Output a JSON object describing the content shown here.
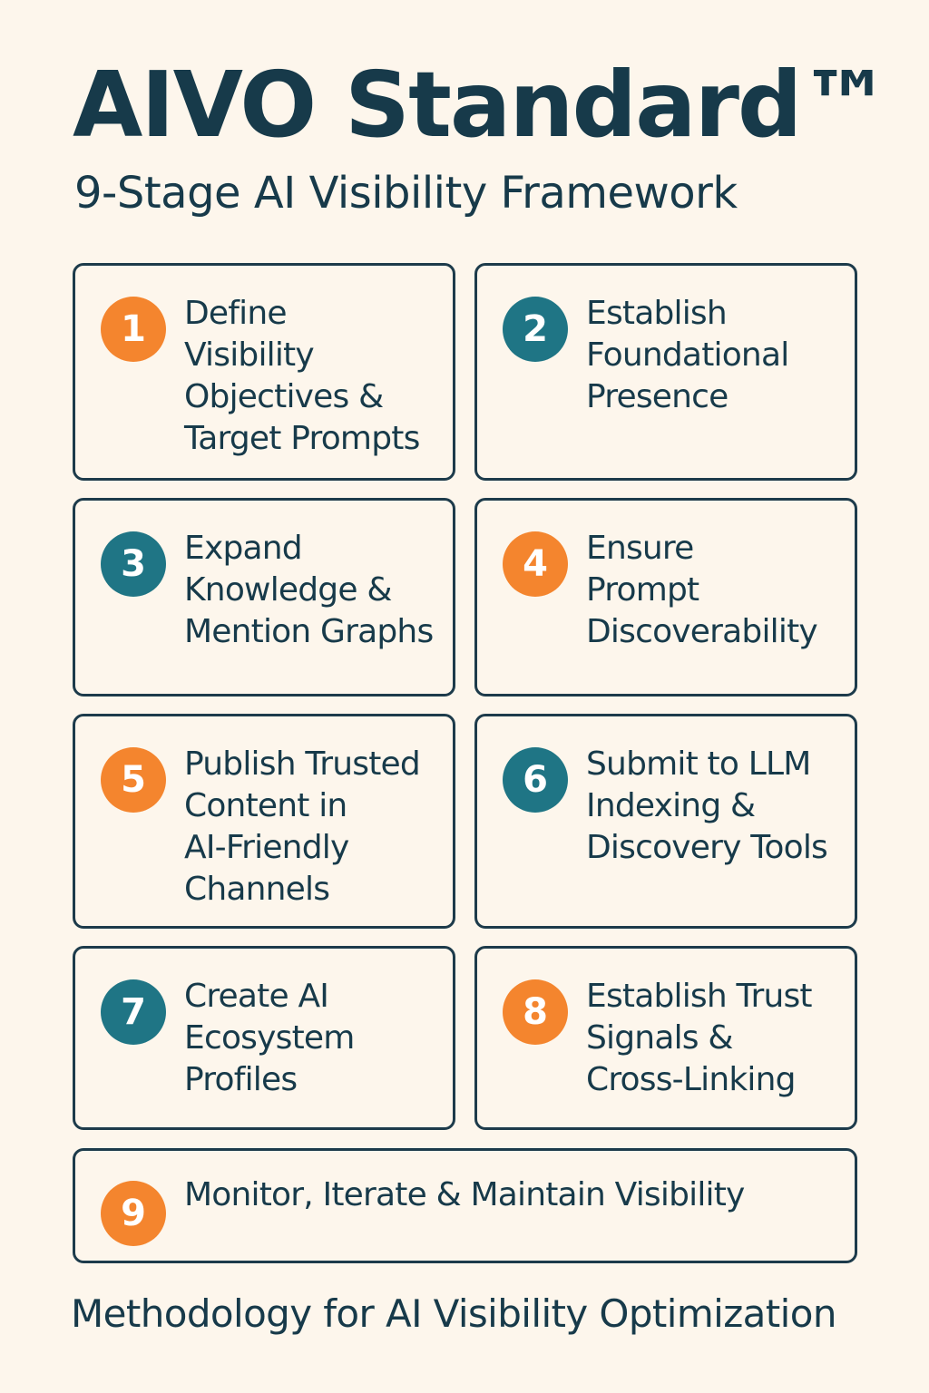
{
  "header": {
    "title": "AIVO Standard™",
    "subtitle": "9-Stage AI Visibility Framework"
  },
  "stages": [
    {
      "number": "1",
      "label": "Define\nVisibility\nObjectives &\nTarget Prompts",
      "badge_color": "orange"
    },
    {
      "number": "2",
      "label": "Establish\nFoundational\nPresence",
      "badge_color": "teal"
    },
    {
      "number": "3",
      "label": "Expand\nKnowledge &\nMention Graphs",
      "badge_color": "teal"
    },
    {
      "number": "4",
      "label": "Ensure\nPrompt\nDiscoverability",
      "badge_color": "orange"
    },
    {
      "number": "5",
      "label": "Publish Trusted\nContent in\nAI-Friendly\nChannels",
      "badge_color": "orange"
    },
    {
      "number": "6",
      "label": "Submit to LLM\nIndexing &\nDiscovery Tools",
      "badge_color": "teal"
    },
    {
      "number": "7",
      "label": "Create AI\nEcosystem\nProfiles",
      "badge_color": "teal"
    },
    {
      "number": "8",
      "label": "Establish Trust\nSignals &\nCross-Linking",
      "badge_color": "orange"
    },
    {
      "number": "9",
      "label": "Monitor, Iterate & Maintain Visibility",
      "badge_color": "orange"
    }
  ],
  "colors": {
    "background": "#fdf6ec",
    "text": "#173a4a",
    "border": "#1d3b4b",
    "orange": "#f4852e",
    "teal": "#1f7585"
  },
  "footer": {
    "text": "Methodology for AI Visibility Optimization"
  }
}
